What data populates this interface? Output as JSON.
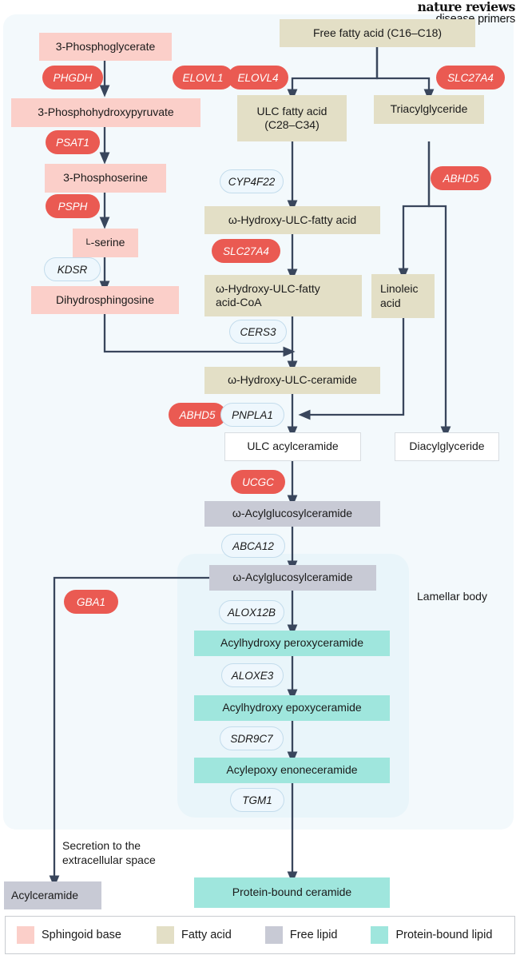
{
  "journal": {
    "line1": "nature reviews",
    "line2": "disease primers"
  },
  "metabolites": [
    {
      "id": "m_3pg",
      "label": "3-Phosphoglycerate",
      "type": "sphingoid-base"
    },
    {
      "id": "m_3php",
      "label": "3-Phosphohydroxypyruvate",
      "type": "sphingoid-base"
    },
    {
      "id": "m_3ps",
      "label": "3-Phosphoserine",
      "type": "sphingoid-base"
    },
    {
      "id": "m_lser",
      "label": "L-serine",
      "type": "sphingoid-base"
    },
    {
      "id": "m_dhs",
      "label": "Dihydrosphingosine",
      "type": "sphingoid-base"
    },
    {
      "id": "m_ffa",
      "label": "Free fatty acid (C16–C18)",
      "type": "fatty-acid"
    },
    {
      "id": "m_ulcfa",
      "label": "ULC fatty acid\n(C28–C34)",
      "type": "fatty-acid"
    },
    {
      "id": "m_tag",
      "label": "Triacylglyceride",
      "type": "fatty-acid"
    },
    {
      "id": "m_ohulcfa",
      "label": "ω-Hydroxy-ULC-fatty acid",
      "type": "fatty-acid"
    },
    {
      "id": "m_ohulccoa",
      "label": "ω-Hydroxy-ULC-fatty\nacid-CoA",
      "type": "fatty-acid"
    },
    {
      "id": "m_linoleic",
      "label": "Linoleic\nacid",
      "type": "fatty-acid"
    },
    {
      "id": "m_ohulccer",
      "label": "ω-Hydroxy-ULC-ceramide",
      "type": "fatty-acid"
    },
    {
      "id": "m_ulcacyl",
      "label": "ULC acylceramide",
      "type": "free-lipid-white"
    },
    {
      "id": "m_dag",
      "label": "Diacylglyceride",
      "type": "free-lipid-white"
    },
    {
      "id": "m_agc1",
      "label": "ω-Acylglucosylceramide",
      "type": "free-lipid"
    },
    {
      "id": "m_agc2",
      "label": "ω-Acylglucosylceramide",
      "type": "free-lipid"
    },
    {
      "id": "m_ahpc",
      "label": "Acylhydroxy peroxyceramide",
      "type": "protein-bound-lipid"
    },
    {
      "id": "m_ahec",
      "label": "Acylhydroxy epoxyceramide",
      "type": "protein-bound-lipid"
    },
    {
      "id": "m_aeec",
      "label": "Acylepoxy enoneceramide",
      "type": "protein-bound-lipid"
    },
    {
      "id": "m_acylcer",
      "label": "Acylceramide",
      "type": "free-lipid"
    },
    {
      "id": "m_pbcer",
      "label": "Protein-bound ceramide",
      "type": "protein-bound-lipid"
    }
  ],
  "enzymes": [
    {
      "id": "e_phgdh",
      "label": "PHGDH",
      "style": "red"
    },
    {
      "id": "e_psat1",
      "label": "PSAT1",
      "style": "red"
    },
    {
      "id": "e_psph",
      "label": "PSPH",
      "style": "red"
    },
    {
      "id": "e_kdsr",
      "label": "KDSR",
      "style": "blue"
    },
    {
      "id": "e_elovl1",
      "label": "ELOVL1",
      "style": "red"
    },
    {
      "id": "e_elovl4",
      "label": "ELOVL4",
      "style": "red"
    },
    {
      "id": "e_slc27a4a",
      "label": "SLC27A4",
      "style": "red"
    },
    {
      "id": "e_cyp4f22",
      "label": "CYP4F22",
      "style": "blue"
    },
    {
      "id": "e_slc27a4b",
      "label": "SLC27A4",
      "style": "red"
    },
    {
      "id": "e_abhd5a",
      "label": "ABHD5",
      "style": "red"
    },
    {
      "id": "e_cers3",
      "label": "CERS3",
      "style": "blue"
    },
    {
      "id": "e_abhd5b",
      "label": "ABHD5",
      "style": "red"
    },
    {
      "id": "e_pnpla1",
      "label": "PNPLA1",
      "style": "blue"
    },
    {
      "id": "e_ucgc",
      "label": "UCGC",
      "style": "red"
    },
    {
      "id": "e_abca12",
      "label": "ABCA12",
      "style": "blue"
    },
    {
      "id": "e_gba1",
      "label": "GBA1",
      "style": "red"
    },
    {
      "id": "e_alox12b",
      "label": "ALOX12B",
      "style": "blue"
    },
    {
      "id": "e_aloxe3",
      "label": "ALOXE3",
      "style": "blue"
    },
    {
      "id": "e_sdr9c7",
      "label": "SDR9C7",
      "style": "blue"
    },
    {
      "id": "e_tgm1",
      "label": "TGM1",
      "style": "blue"
    }
  ],
  "annotations": {
    "lamellar_body": "Lamellar\nbody",
    "secretion": "Secretion to the\nextracellular space"
  },
  "legend": [
    {
      "label": "Sphingoid base",
      "color": "#fbcfc9"
    },
    {
      "label": "Fatty acid",
      "color": "#e3dfc6"
    },
    {
      "label": "Free lipid",
      "color": "#c8cad5"
    },
    {
      "label": "Protein-bound lipid",
      "color": "#9fe6dd"
    }
  ],
  "colors": {
    "sphingoid_base": "#fbcfc9",
    "fatty_acid": "#e3dfc6",
    "free_lipid": "#c8cad5",
    "protein_bound_lipid": "#9fe6dd",
    "enzyme_red": "#ea5a52",
    "enzyme_blue": "#eef7fd",
    "connector": "#39465c",
    "panel_background": "#f3f9fc",
    "lamellar_background": "#e9f5fa"
  }
}
